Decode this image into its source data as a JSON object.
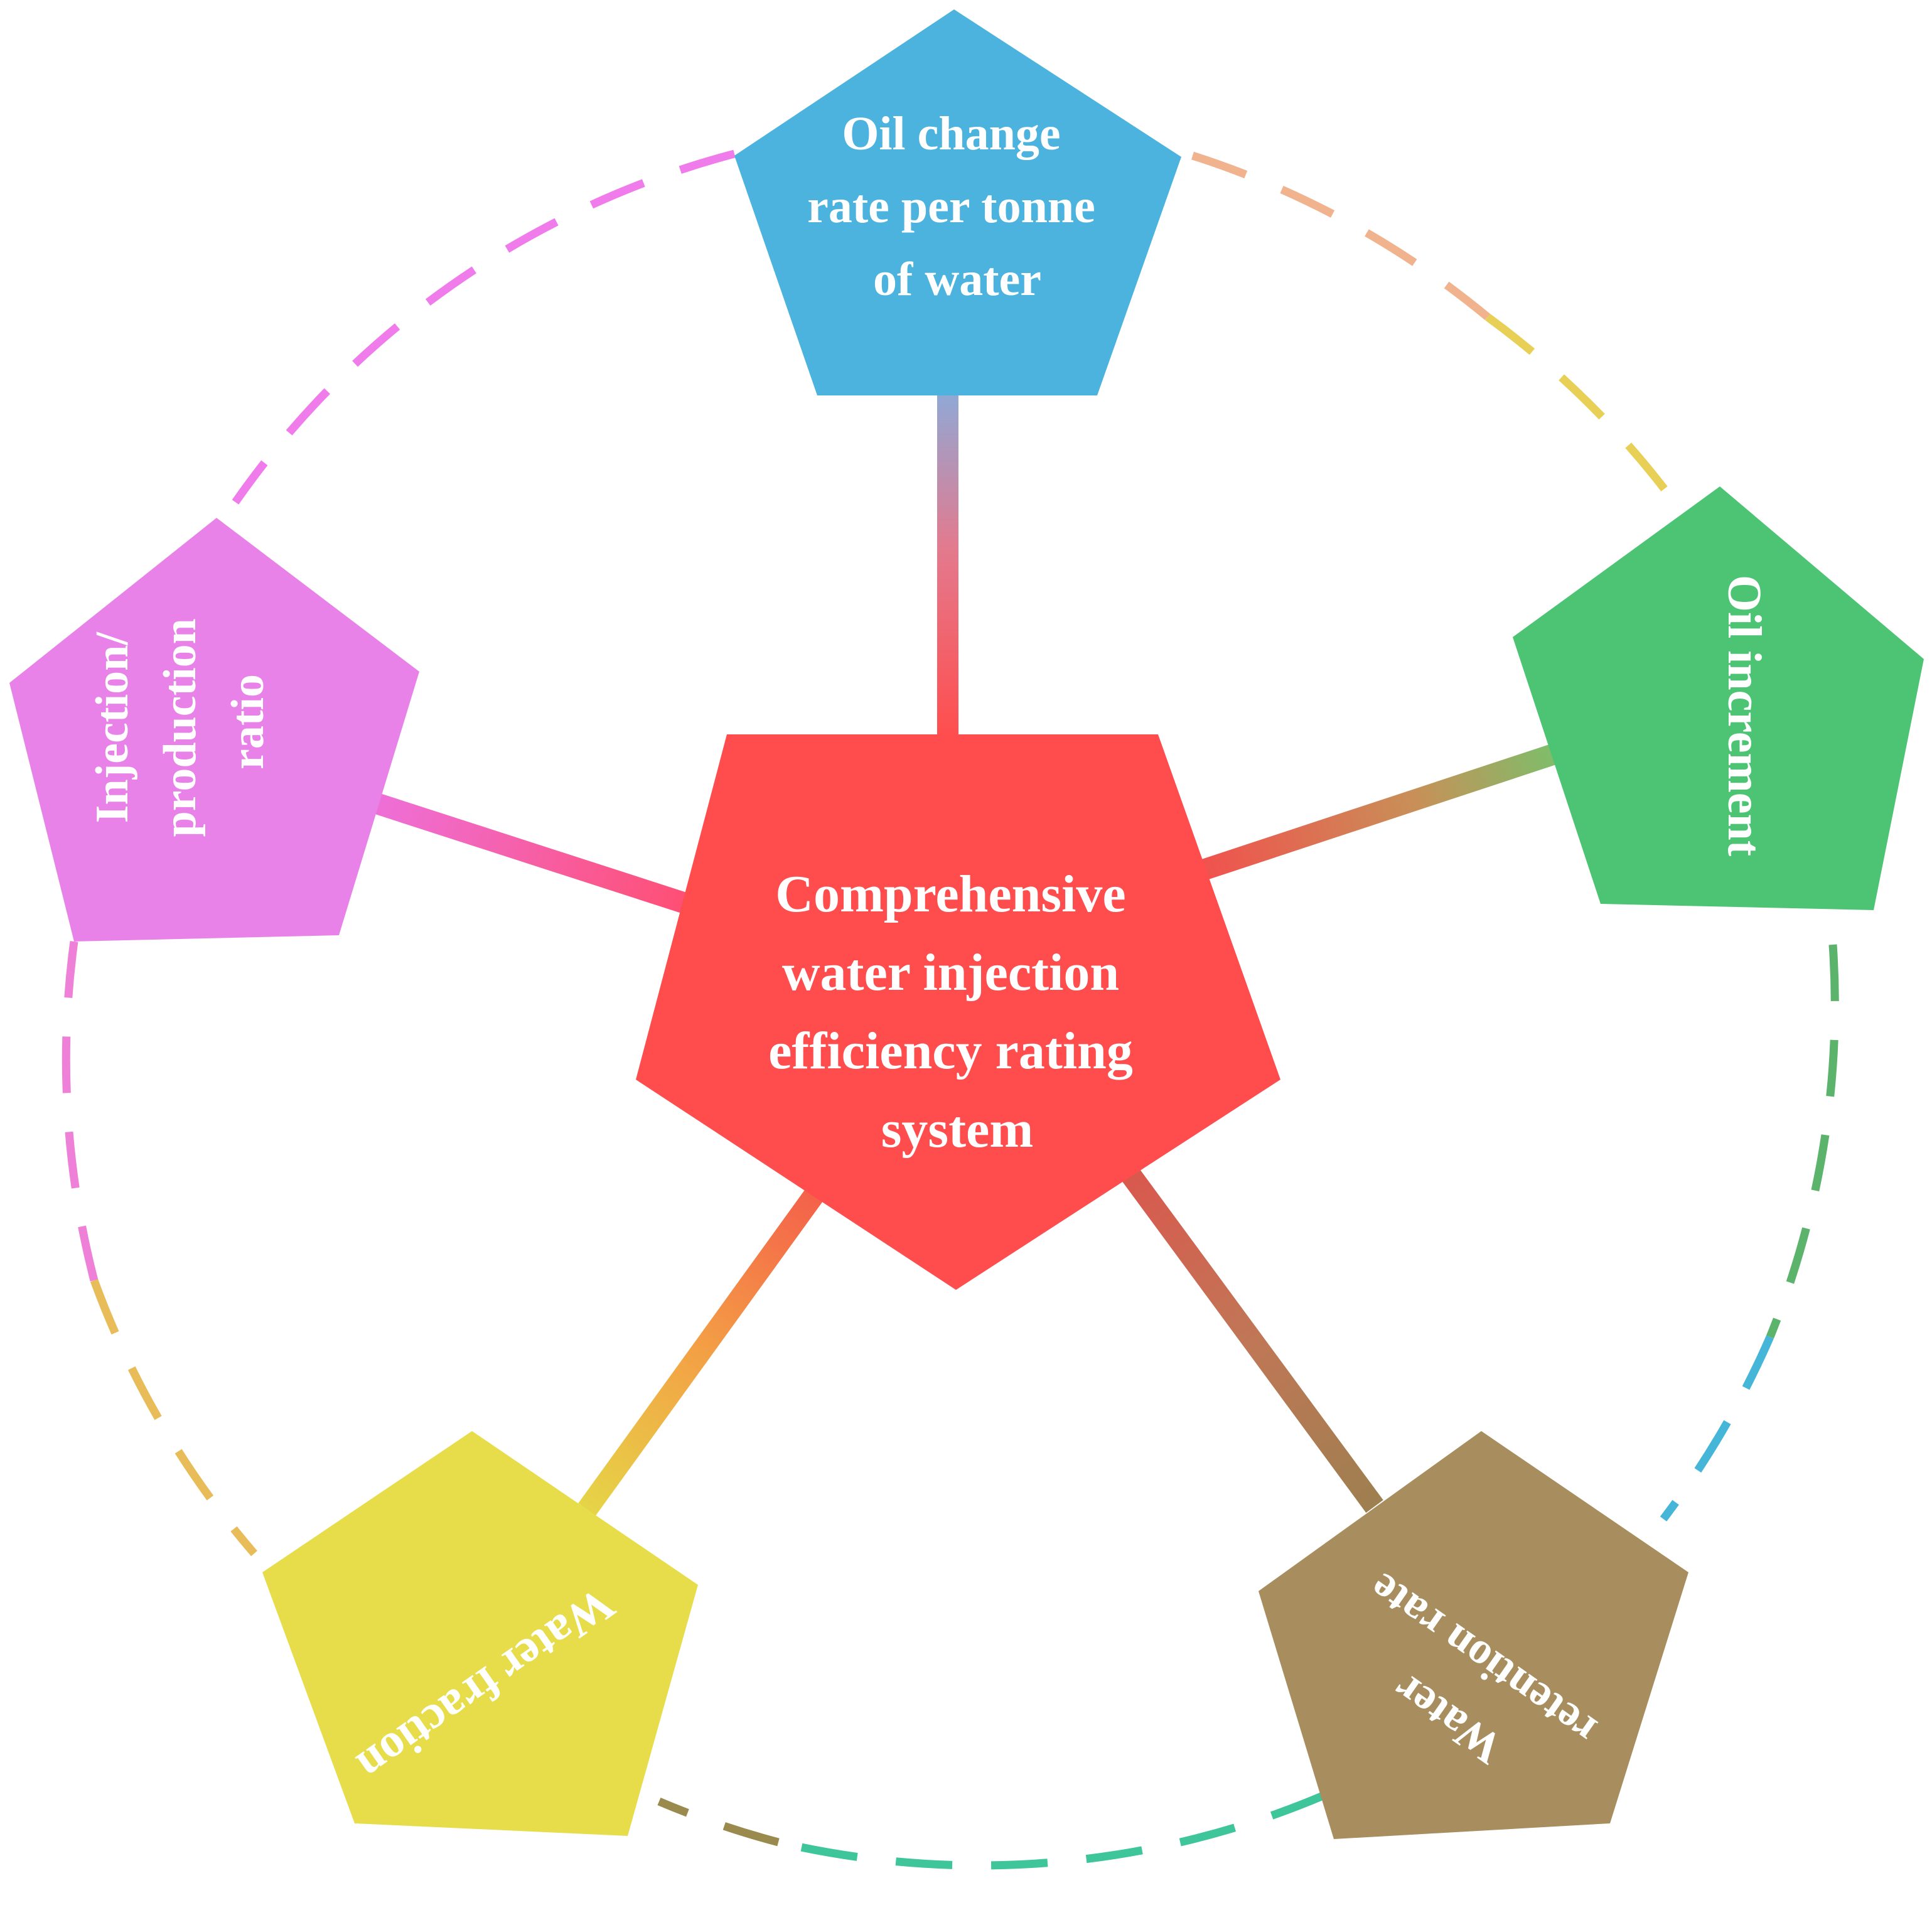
{
  "center": {
    "label_lines": [
      "Comprehensive",
      "water injection",
      "efficiency rating",
      "system"
    ],
    "color": "#FF4D4D"
  },
  "nodes": [
    {
      "id": "oil-change-rate",
      "label_lines": [
        "Oil change",
        "rate per tonne",
        "of water"
      ],
      "color": "#4BB3DE"
    },
    {
      "id": "oil-increment",
      "label_lines": [
        "Oil increment"
      ],
      "color": "#4CC474"
    },
    {
      "id": "water-retention-rate",
      "label_lines": [
        "Water",
        "retention rate"
      ],
      "color": "#A88D5E"
    },
    {
      "id": "water-fraction",
      "label_lines": [
        "Water fraction"
      ],
      "color": "#E7DD4B"
    },
    {
      "id": "injection-production-ratio",
      "label_lines": [
        "Injection/",
        "production",
        "ratio"
      ],
      "color": "#E882E8"
    }
  ],
  "ring_colors": {
    "top_left": "#F07CEC",
    "top_right": "#F0B38E",
    "upper_right": "#E8CF55",
    "right": "#5BB36C",
    "lower_right": "#45B6D8",
    "bottom": "#3EC69A",
    "bottom_left": "#9A8A4E",
    "left_upper": "#EE80D8",
    "left_lower": "#E8BC58"
  }
}
